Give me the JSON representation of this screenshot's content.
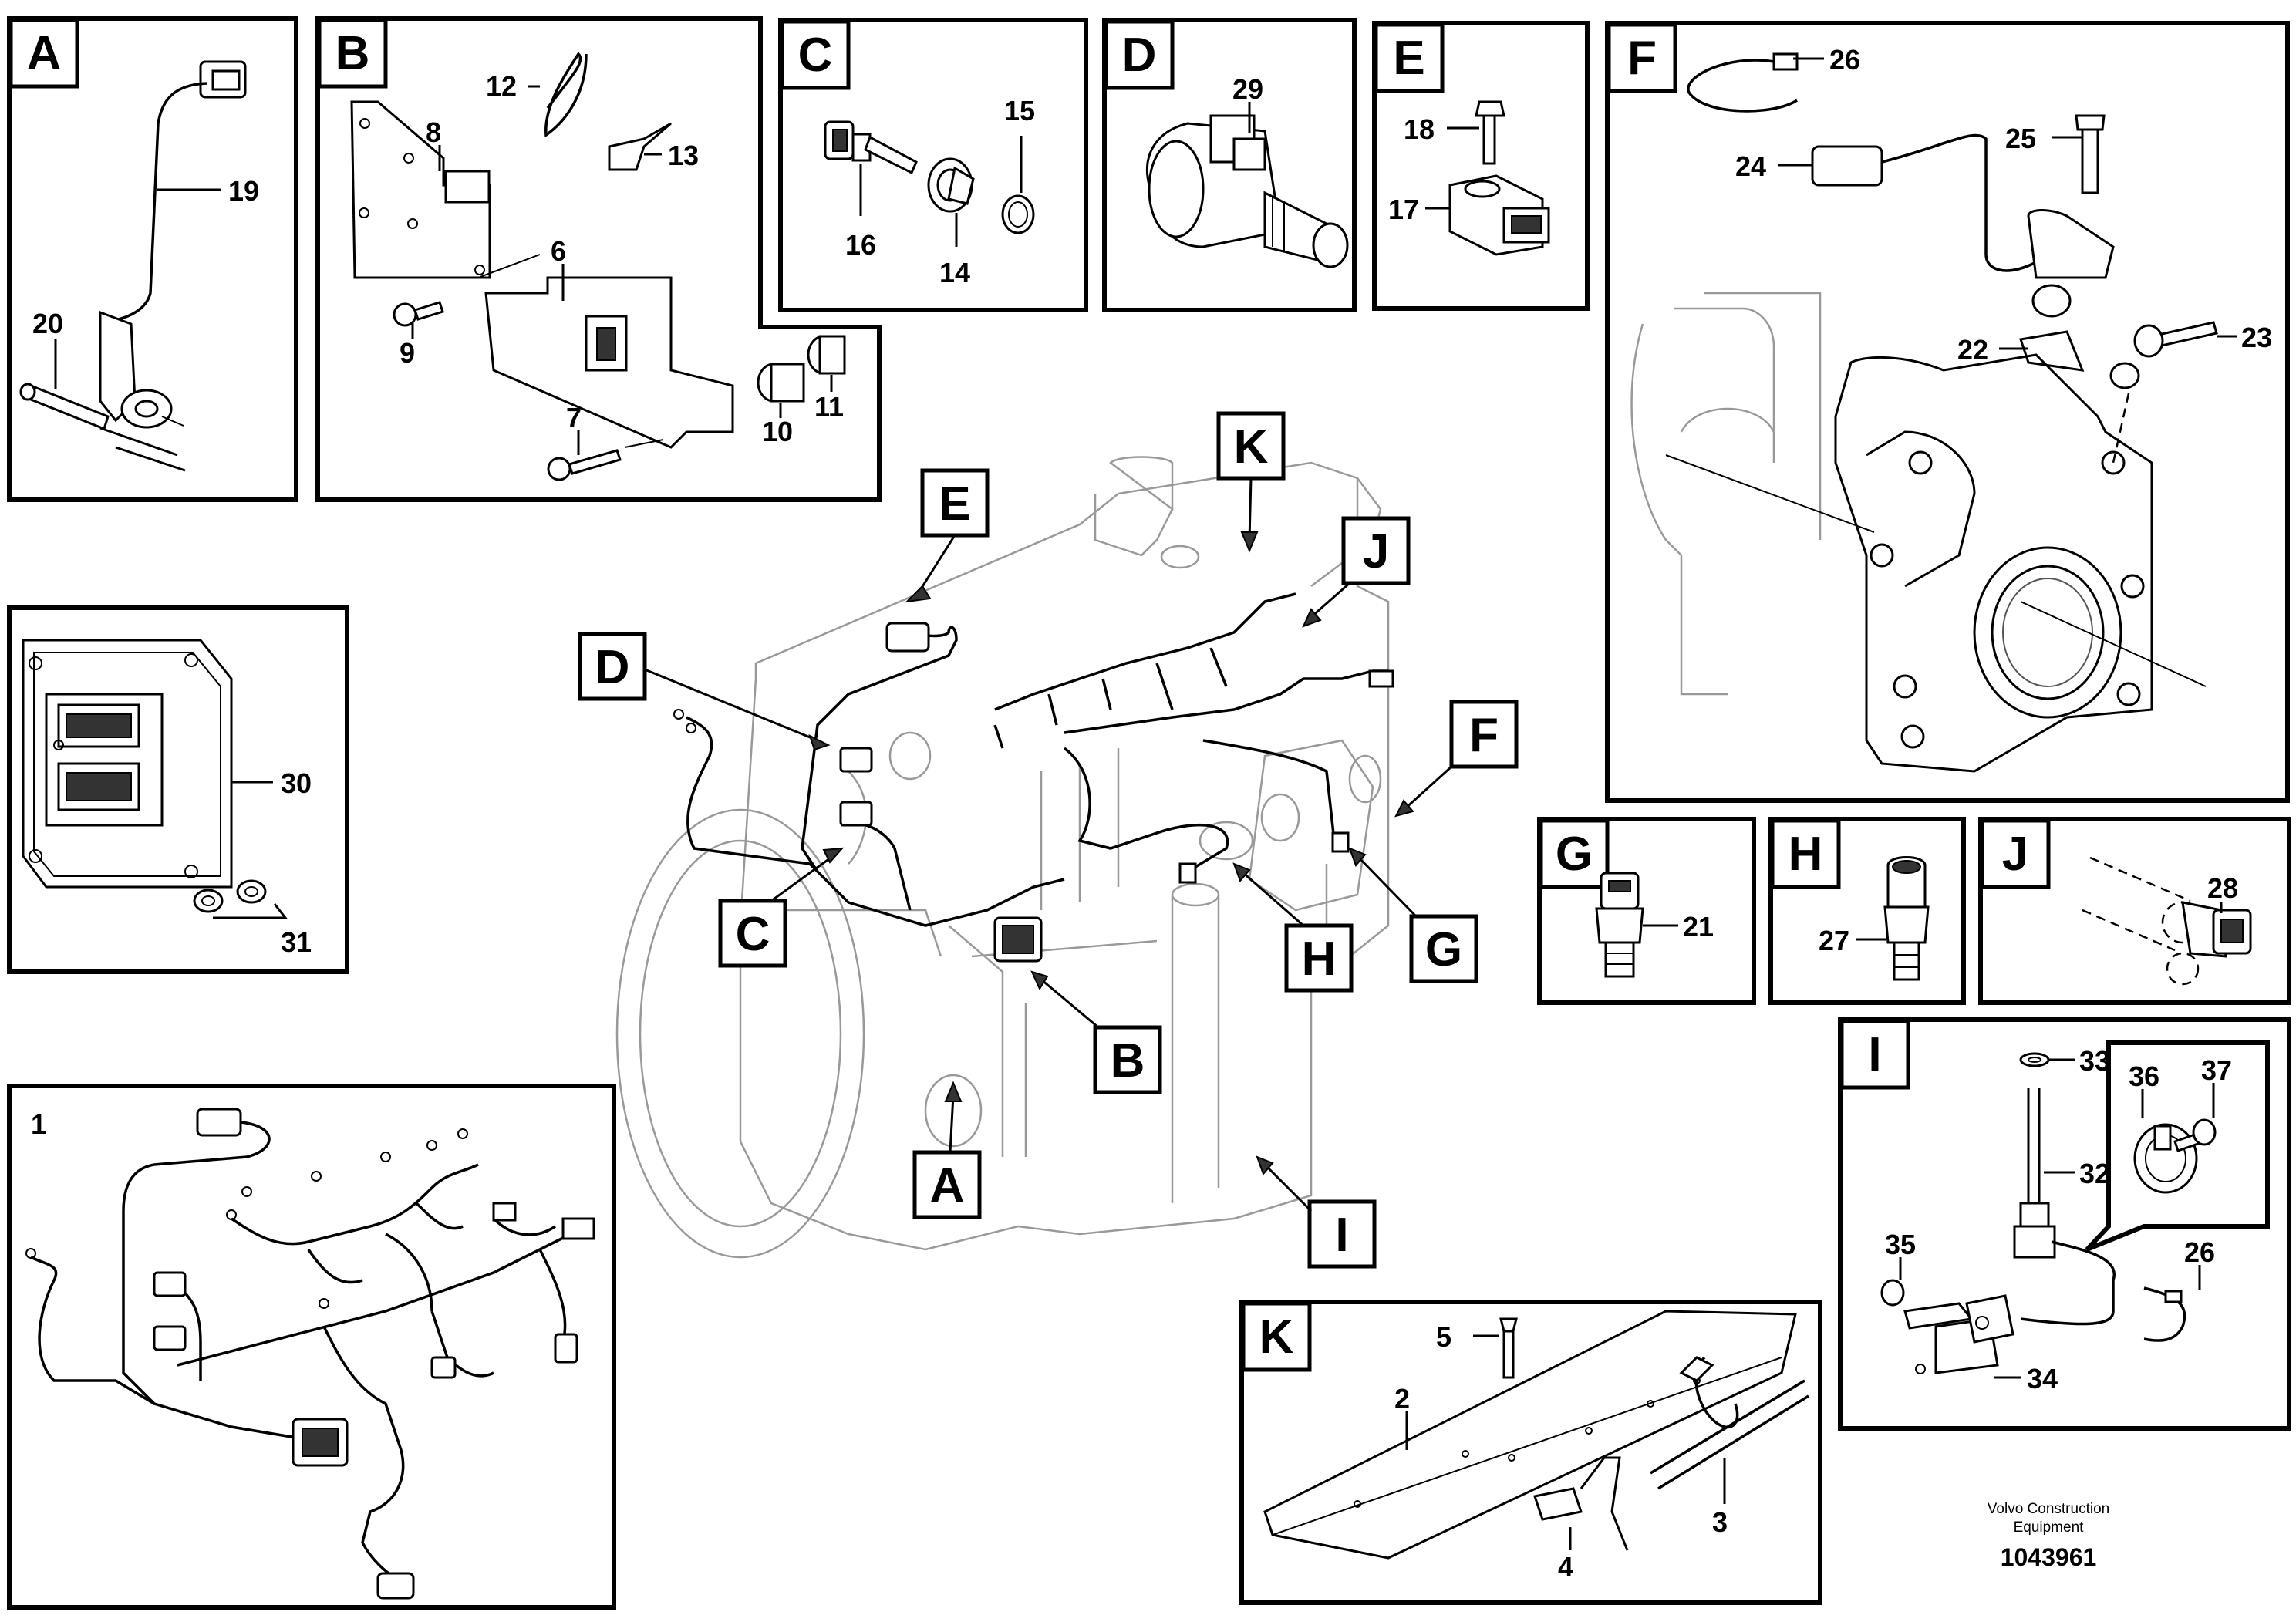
{
  "panels": {
    "A": {
      "letter": "A",
      "parts": [
        "20",
        "19"
      ]
    },
    "B": {
      "letter": "B",
      "parts": [
        "12",
        "13",
        "8",
        "6",
        "9",
        "7",
        "10",
        "11"
      ]
    },
    "C": {
      "letter": "C",
      "parts": [
        "15",
        "16",
        "14"
      ]
    },
    "D": {
      "letter": "D",
      "parts": [
        "29"
      ]
    },
    "E": {
      "letter": "E",
      "parts": [
        "18",
        "17"
      ]
    },
    "F": {
      "letter": "F",
      "parts": [
        "26",
        "24",
        "25",
        "22",
        "23"
      ]
    },
    "G": {
      "letter": "G",
      "parts": [
        "21"
      ]
    },
    "H": {
      "letter": "H",
      "parts": [
        "27"
      ]
    },
    "J": {
      "letter": "J",
      "parts": [
        "28"
      ]
    },
    "I": {
      "letter": "I",
      "parts": [
        "33",
        "36",
        "37",
        "32",
        "35",
        "26",
        "34"
      ]
    },
    "K": {
      "letter": "K",
      "parts": [
        "5",
        "2",
        "3",
        "4"
      ]
    },
    "ecu": {
      "parts": [
        "30",
        "31"
      ]
    },
    "harness": {
      "parts": [
        "1"
      ]
    }
  },
  "engine_markers": [
    "E",
    "K",
    "J",
    "D",
    "F",
    "C",
    "H",
    "G",
    "B",
    "A",
    "I"
  ],
  "footer": {
    "brand_line1": "Volvo Construction",
    "brand_line2": "Equipment",
    "ref_number": "1043961"
  }
}
